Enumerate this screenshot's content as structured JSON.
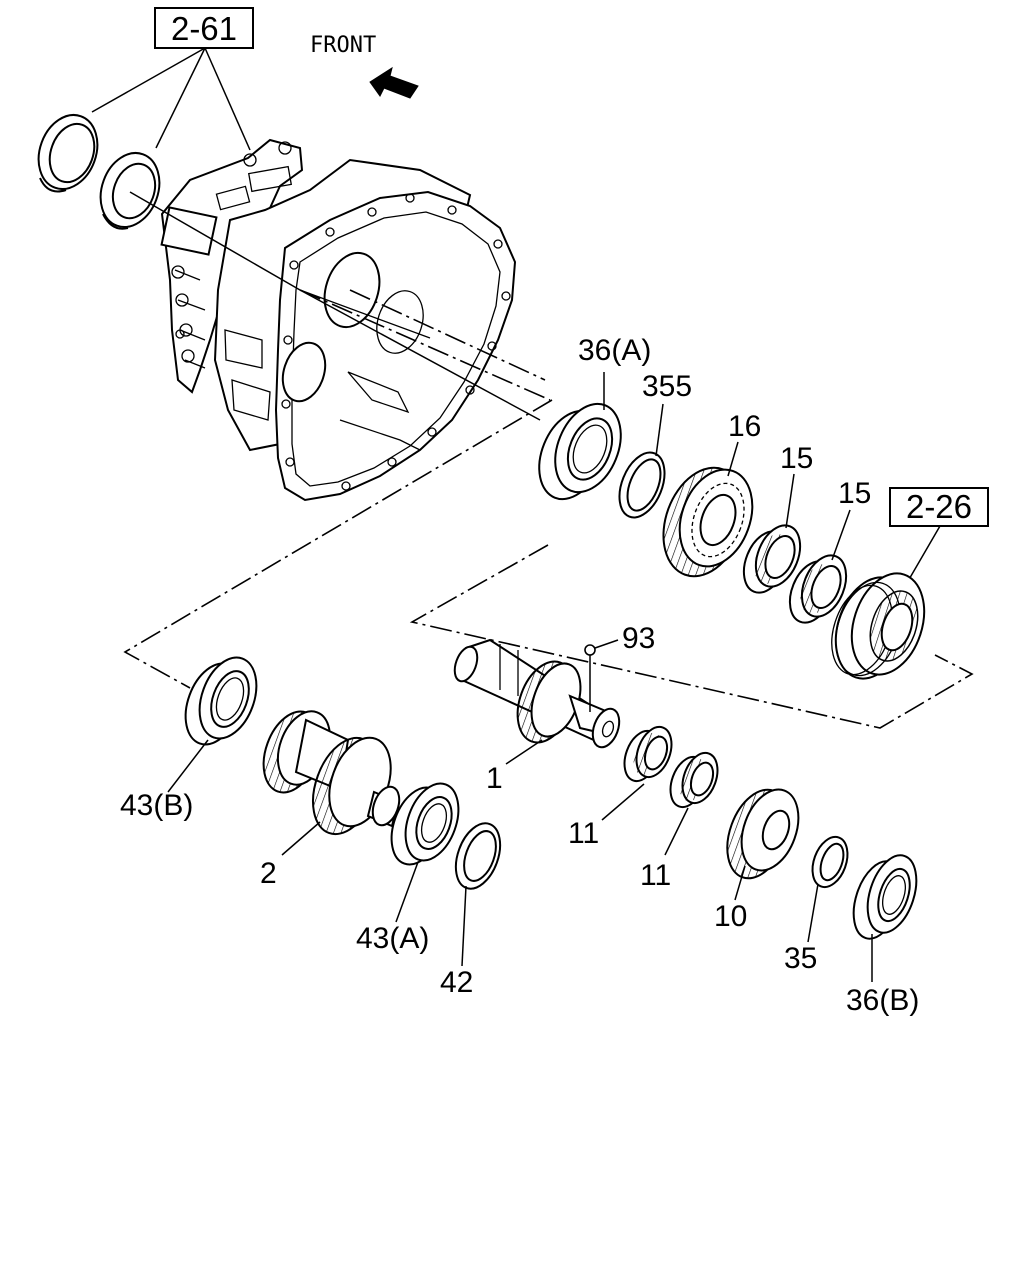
{
  "direction_label": "FRONT",
  "ref_boxes": {
    "r1": "2-61",
    "r2": "2-26"
  },
  "callouts": {
    "c36a": "36(A)",
    "c355": "355",
    "c16": "16",
    "c15a": "15",
    "c15b": "15",
    "c93": "93",
    "c1": "1",
    "c43b": "43(B)",
    "c2": "2",
    "c43a": "43(A)",
    "c42": "42",
    "c11a": "11",
    "c11b": "11",
    "c10": "10",
    "c35": "35",
    "c36b": "36(B)"
  }
}
